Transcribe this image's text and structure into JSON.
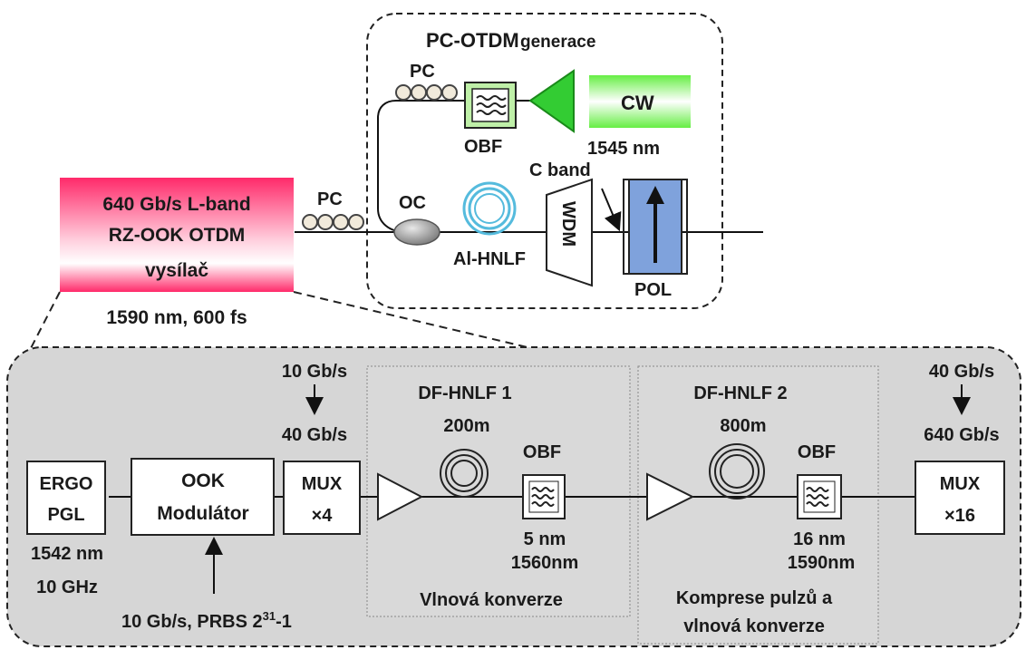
{
  "colors": {
    "transmitter_top": "#ff2a6a",
    "transmitter_bottom": "#ffffff",
    "cw_green": "#66ee44",
    "amp_green": "#33cc33",
    "pol_blue": "#7fa2dc",
    "hnlf_coil": "#55bbdd",
    "panel_gray": "#d6d6d6",
    "line": "#111111"
  },
  "icons": [
    "filter-icon",
    "amplifier-icon",
    "fiber-coil-icon",
    "polarization-controller-icon",
    "coupler-icon",
    "arrow-icon"
  ],
  "top": {
    "title_main": "PC-OTDM",
    "title_sub": "generace",
    "pc_label": "PC",
    "obf_label": "OBF",
    "cw_label": "CW",
    "cw_wavelength": "1545 nm",
    "cband_label": "C band",
    "oc_label": "OC",
    "hnlf_label": "Al-HNLF",
    "wdm_label": "WDM",
    "pol_label": "POL",
    "pc_left_label": "PC"
  },
  "transmitter": {
    "line1": "640 Gb/s L-band",
    "line2": "RZ-OOK OTDM",
    "line3": "vysílač",
    "caption": "1590 nm, 600 fs"
  },
  "bottom": {
    "ergo_line1": "ERGO",
    "ergo_line2": "PGL",
    "ergo_wavelength": "1542 nm",
    "ergo_freq": "10 GHz",
    "ook_line1": "OOK",
    "ook_line2": "Modulátor",
    "ook_input_text": "10 Gb/s, PRBS 2",
    "ook_input_sup": "31",
    "ook_input_tail": "-1",
    "mux1_line1": "MUX",
    "mux1_line2": "×4",
    "mux1_rate_in": "10 Gb/s",
    "mux1_rate_out": "40 Gb/s",
    "hnlf1_label": "DF-HNLF 1",
    "hnlf1_length": "200m",
    "obf1_label": "OBF",
    "obf1_bw": "5 nm",
    "obf1_center": "1560nm",
    "stage1_caption": "Vlnová konverze",
    "hnlf2_label": "DF-HNLF 2",
    "hnlf2_length": "800m",
    "obf2_label": "OBF",
    "obf2_bw": "16 nm",
    "obf2_center": "1590nm",
    "stage2_caption_line1": "Komprese pulzů a",
    "stage2_caption_line2": "vlnová konverze",
    "mux2_rate_in": "40 Gb/s",
    "mux2_rate_out": "640 Gb/s",
    "mux2_line1": "MUX",
    "mux2_line2": "×16"
  }
}
